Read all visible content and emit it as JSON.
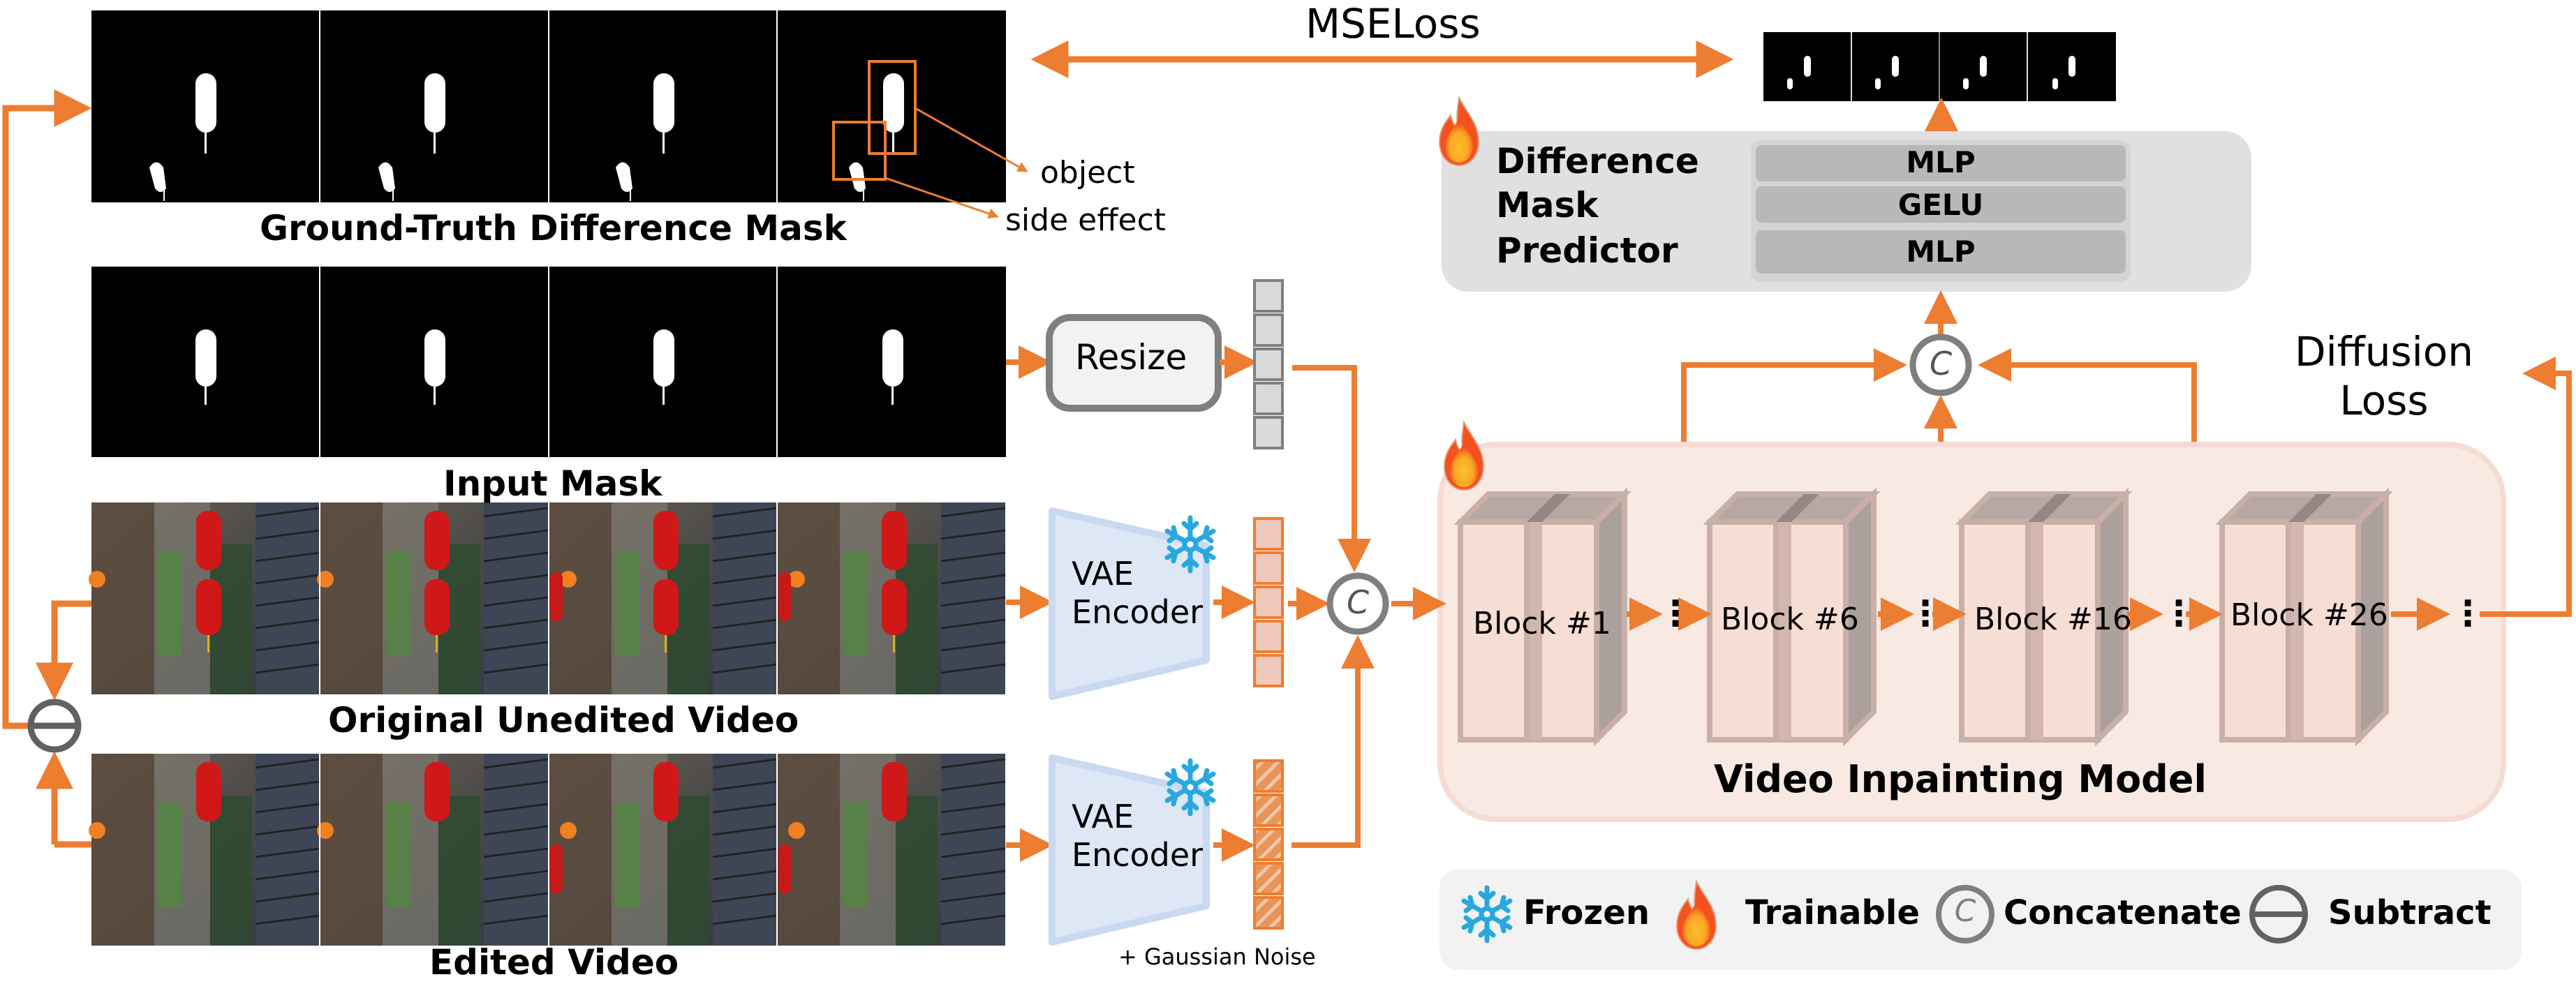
{
  "figure": {
    "inputs": {
      "gt_mask_title": "Ground-Truth Difference Mask",
      "gt_mask_frames": 4,
      "annotation_object": "object",
      "annotation_side_effect": "side effect",
      "input_mask_title": "Input Mask",
      "input_mask_frames": 4,
      "original_video_title": "Original Unedited Video",
      "edited_video_title": "Edited Video"
    },
    "loss": {
      "mse_label": "MSELoss",
      "diffusion_label_line1": "Diffusion",
      "diffusion_label_line2": "Loss"
    },
    "modules": {
      "resize_label": "Resize",
      "vae_encoder_top_line1": "VAE",
      "vae_encoder_top_line2": "Encoder",
      "vae_encoder_bottom_line1": "VAE",
      "vae_encoder_bottom_line2": "Encoder",
      "gaussian_noise_label": "+ Gaussian Noise",
      "concat_symbol": "C"
    },
    "predictor": {
      "title_lines": [
        "Difference",
        "Mask",
        "Predictor"
      ],
      "layers": [
        "MLP",
        "GELU",
        "MLP"
      ]
    },
    "inpainting_model": {
      "title": "Video Inpainting Model",
      "blocks": [
        "Block #1",
        "Block #6",
        "Block #16",
        "Block #26"
      ],
      "ellipsis": "⋮"
    },
    "legend": {
      "items": [
        {
          "icon": "snowflake-icon",
          "label": "Frozen"
        },
        {
          "icon": "flame-icon",
          "label": "Trainable"
        },
        {
          "icon": "concat-icon",
          "label": "Concatenate"
        },
        {
          "icon": "subtract-icon",
          "label": "Subtract"
        }
      ]
    },
    "colors": {
      "arrow": "#ED7D31",
      "predictor_bg": "#E0E0E0",
      "layer_bg": "#B7B8BA",
      "model_bg": "#F8EAE3",
      "model_border": "#F5DCD3",
      "block_face": "#F7DED4",
      "block_edge": "#C8B0A8",
      "vae_fill": "#DDE7F6",
      "vae_border": "#C9D9F1",
      "token_gray": "#D9D9D9",
      "token_orange": "#EEC9BB",
      "legend_bg": "#F2F2F2",
      "icon_gray": "#7F7F7F"
    }
  }
}
